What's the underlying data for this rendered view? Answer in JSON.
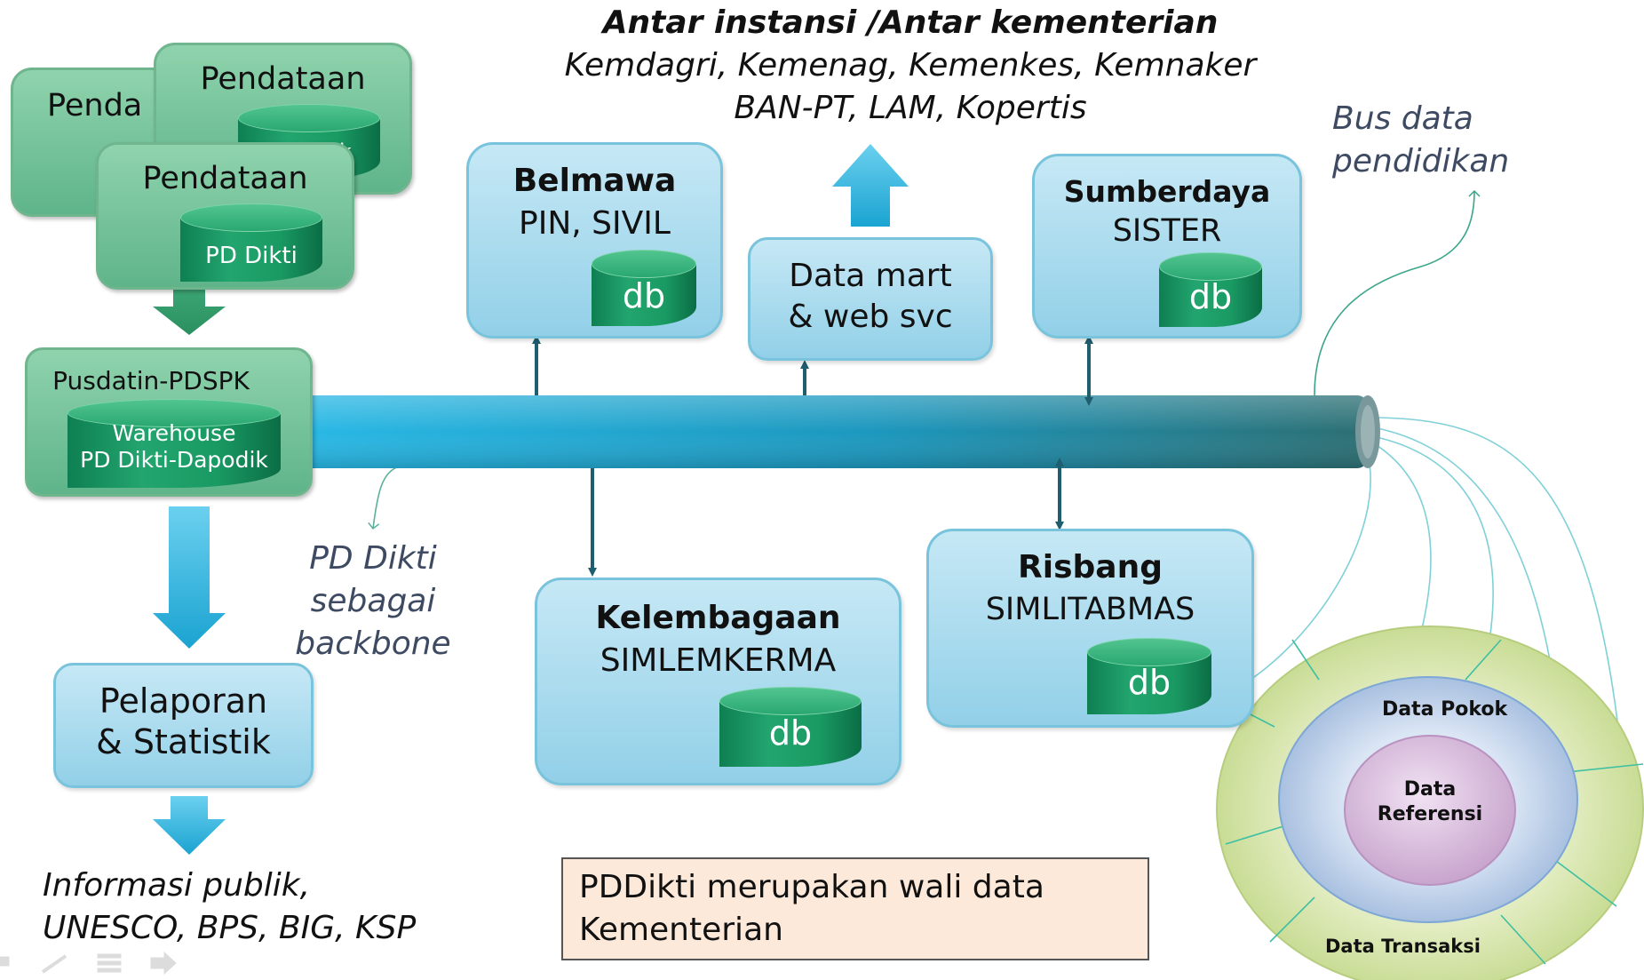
{
  "header": {
    "title": "Antar instansi /Antar kementerian",
    "line2": "Kemdagri, Kemenag, Kemenkes, Kemnaker",
    "line3": "BAN-PT, LAM, Kopertis"
  },
  "pendataan": {
    "back_label": "Penda",
    "mid_title": "Pendataan",
    "mid_db": "dapodik",
    "front_title": "Pendataan",
    "front_db": "PD Dikti"
  },
  "pusdatin": {
    "title": "Pusdatin-PDSPK",
    "db_line1": "Warehouse",
    "db_line2": "PD Dikti-Dapodik"
  },
  "belmawa": {
    "title": "Belmawa",
    "subtitle": "PIN, SIVIL",
    "db": "db"
  },
  "datamart": {
    "line1": "Data mart",
    "line2": "& web svc"
  },
  "sumberdaya": {
    "title": "Sumberdaya",
    "subtitle": "SISTER",
    "db": "db"
  },
  "kelembagaan": {
    "title": "Kelembagaan",
    "subtitle": "SIMLEMKERMA",
    "db": "db"
  },
  "risbang": {
    "title": "Risbang",
    "subtitle": "SIMLITABMAS",
    "db": "db"
  },
  "bus_label": {
    "line1": "Bus data",
    "line2": "pendidikan"
  },
  "backbone_label": {
    "line1": "PD Dikti",
    "line2": "sebagai",
    "line3": "backbone"
  },
  "pelaporan": {
    "line1": "Pelaporan",
    "line2": "& Statistik"
  },
  "informasi": {
    "line1": "Informasi publik,",
    "line2": "UNESCO, BPS, BIG, KSP"
  },
  "note": {
    "line1": "PDDikti merupakan wali data",
    "line2": "Kementerian"
  },
  "rings": {
    "outer": "Data Transaksi",
    "middle": "Data Pokok",
    "inner_line1": "Data",
    "inner_line2": "Referensi"
  },
  "colors": {
    "green": "#5fb48a",
    "blue_box": "#a9dcef",
    "bus": "#1ea7d6",
    "arrow": "#1f5e6e",
    "note_bg": "#fde9d9"
  }
}
